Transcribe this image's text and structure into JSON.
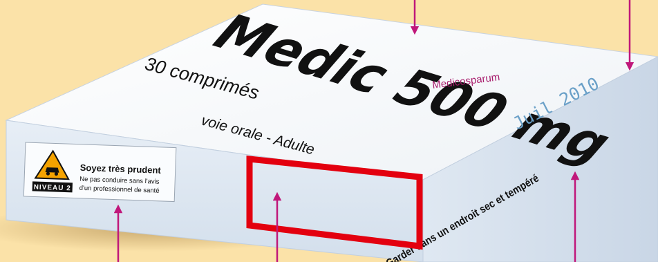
{
  "box": {
    "brand_name": "Medic 500 mg",
    "count": "30 comprimés",
    "manufacturer": "Medicosparum",
    "route": "voie orale - Adulte",
    "expiry": "Juil 2010",
    "storage": "Garder dans un endroit sec et tempéré"
  },
  "warning": {
    "title": "Soyez très prudent",
    "line1": "Ne pas conduire sans l'avis",
    "line2": "d'un professionnel de santé",
    "level": "NIVEAU 2"
  },
  "colors": {
    "background": "#fbe2a8",
    "box_top": "#f7f9fb",
    "box_front": "#dde7f2",
    "box_side": "#cdd9e8",
    "arrow": "#c0177a",
    "manufacturer_text": "#a81c6c",
    "expiry_text": "#6aa0c8",
    "frame": "#e3000f",
    "warning_triangle": "#f5a300"
  },
  "icons": {
    "warning_pictogram": "car-warning-triangle-icon",
    "arrows": "arrow-icon"
  }
}
